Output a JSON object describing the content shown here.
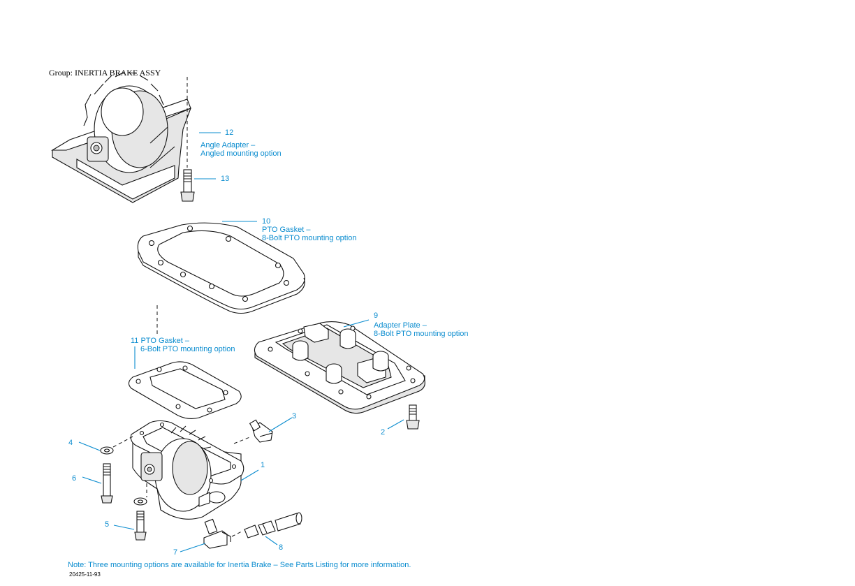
{
  "group_title": "Group: INERTIA BRAKE ASSY",
  "callouts": {
    "c12": {
      "number": "12",
      "line1": "Angle Adapter –",
      "line2": "Angled mounting option"
    },
    "c13": {
      "number": "13"
    },
    "c10": {
      "number": "10",
      "line1": "PTO Gasket –",
      "line2": "8-Bolt PTO mounting option"
    },
    "c9": {
      "number": "9",
      "line1": "Adapter Plate –",
      "line2": "8-Bolt PTO mounting option"
    },
    "c11": {
      "line1": "11 PTO Gasket –",
      "line2": "6-Bolt PTO mounting option"
    },
    "c1": {
      "number": "1"
    },
    "c2": {
      "number": "2"
    },
    "c3": {
      "number": "3"
    },
    "c4": {
      "number": "4"
    },
    "c5": {
      "number": "5"
    },
    "c6": {
      "number": "6"
    },
    "c7": {
      "number": "7"
    },
    "c8": {
      "number": "8"
    }
  },
  "note": "Note: Three mounting options are available for Inertia Brake – See Parts Listing for more information.",
  "figure_id": "20425-11-93",
  "colors": {
    "callout": "#0a8ccf",
    "line": "#111111"
  }
}
